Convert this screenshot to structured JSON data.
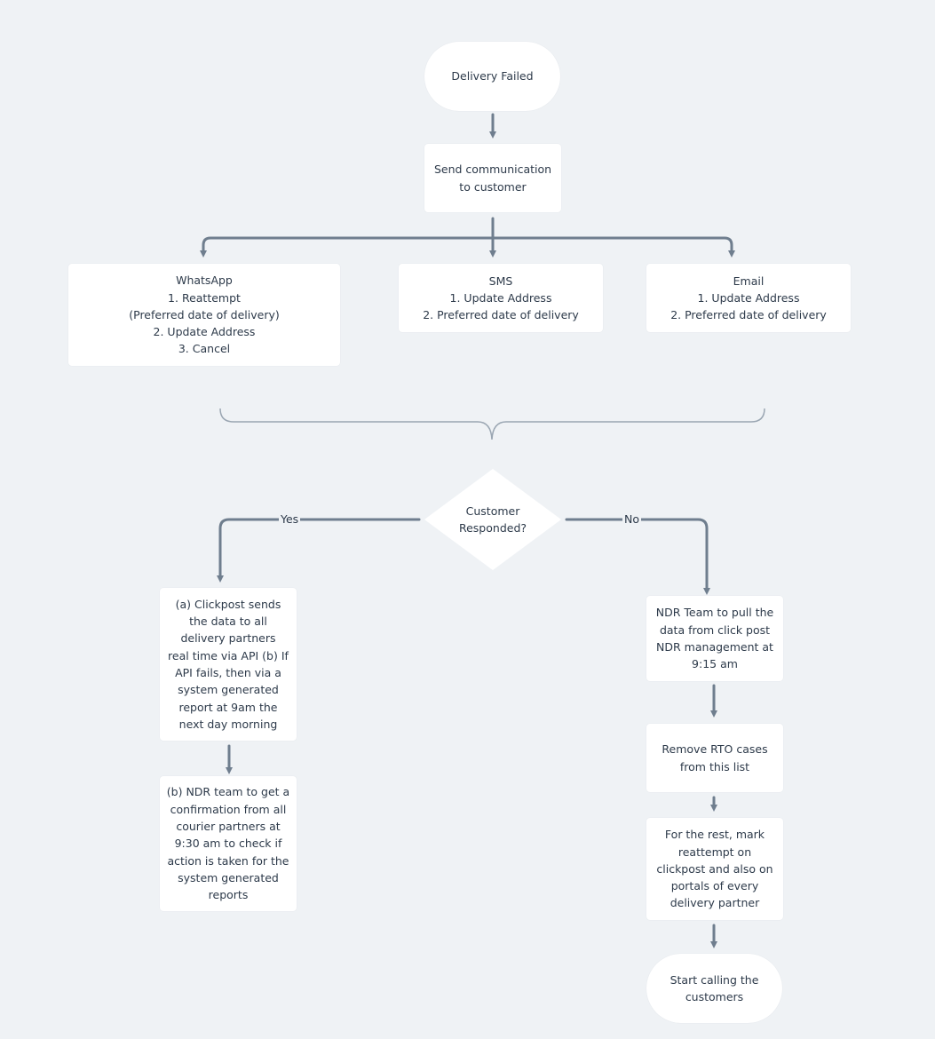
{
  "colors": {
    "background": "#eff2f5",
    "node_fill": "#ffffff",
    "connector": "#6f7e8e",
    "brace": "#9aa6b2",
    "text": "#2d3a4a"
  },
  "nodes": {
    "delivery_failed": "Delivery  Failed",
    "send_communication": "Send communication\nto customer",
    "whatsapp": "WhatsApp\n1.  Reattempt\n(Preferred date of delivery)\n2.  Update Address\n3.  Cancel",
    "sms": "SMS\n1.  Update Address\n2.  Preferred date of delivery",
    "email": "Email\n1.  Update Address\n2.  Preferred date of delivery",
    "customer_responded": "Customer\nResponded?",
    "clickpost_sends": "(a) Clickpost sends\nthe data to all\ndelivery partners\nreal time via API (b) If\nAPI fails, then via a\nsystem generated\nreport at 9am the\nnext day morning",
    "ndr_confirmation": "(b) NDR team to get a\nconfirmation from all\ncourier partners at\n9:30 am to check if\naction is taken for the\nsystem generated\nreports",
    "ndr_pull": "NDR Team to pull the\ndata from click post\nNDR management at\n9:15 am",
    "remove_rto": "Remove RTO cases\nfrom this list",
    "mark_reattempt": "For the rest, mark\nreattempt on\nclickpost and also on\nportals of every\ndelivery partner",
    "start_calling": "Start calling the\ncustomers"
  },
  "edge_labels": {
    "yes": "Yes",
    "no": "No"
  }
}
